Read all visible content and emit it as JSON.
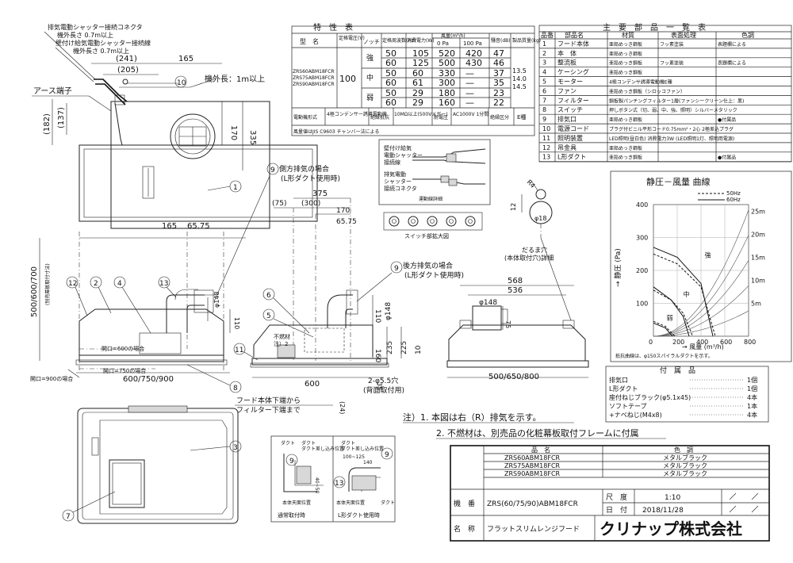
{
  "left": {
    "connector_title": "排気電動シャッター接続コネクタ",
    "connector_len": "機外長さ 0.7m以上",
    "wall_connector": "壁付け給気電動シャッター接続線",
    "wall_len": "機外長さ 0.7m以上",
    "earth": "アース端子",
    "cord_len": "機外長：1m以上",
    "dims_top": [
      "(241)",
      "165",
      "(205)",
      "170",
      "335",
      "(182)",
      "(137)"
    ],
    "dims_front": [
      "165",
      "65.75",
      "500/600/700",
      "600/750/900",
      "(24)",
      "35"
    ],
    "front_vert_label": "(別売幕板取付寸法)",
    "open600": "開口=600の場合",
    "open750": "開口=750の場合",
    "open900": "開口=900の場合",
    "phi148": "φ148",
    "d110": "110"
  },
  "middle": {
    "side_exhaust": "側方排気の場合",
    "side_duct": "(L形ダクト使用時)",
    "rear_exhaust": "後方排気の場合",
    "rear_duct": "(L形ダクト使用時)",
    "dims": [
      "375",
      "(75)",
      "(300)",
      "170",
      "65.75",
      "600",
      "160",
      "110",
      "235",
      "225",
      "10",
      "φ148"
    ],
    "nonflammable": "不燃材",
    "note2": "注）2",
    "hood_edge": "フード本体下端から",
    "filter_edge": "フィルター下端まで",
    "holes": "2-φ5.5穴",
    "holes_sub": "(背面取付用)",
    "switch_caption": "スイッチ部拡大図",
    "wiring_caption": "運動線詳細",
    "wiring_l1": "壁付け給気",
    "wiring_l2": "電動シャッター",
    "wiring_l3": "接続線",
    "wiring_l4": "排気電動",
    "wiring_l5": "シャッター",
    "wiring_l6": "接続コネクタ"
  },
  "right_detail": {
    "daruma": "だるま穴",
    "daruma_sub": "(本体取付穴)詳細",
    "r4": "R4",
    "phi18": "φ18",
    "d12": "12",
    "dims": [
      "568",
      "536",
      "φ148",
      "75",
      "500/650/800"
    ]
  },
  "spec": {
    "title": "特　性　表",
    "head": [
      "型　名",
      "定格電圧(V)",
      "ノッチ",
      "定格周波数(Hz)",
      "消費電力(W)",
      "風量(m³/h)",
      "騒音(dB)",
      "製品質量(kg)"
    ],
    "head_sub": [
      "0 Pa",
      "100 Pa"
    ],
    "models": [
      "ZRS60ABM18FCR",
      "ZRS75ABM18FCR",
      "ZRS90ABM18FCR"
    ],
    "voltage": "100",
    "notches": [
      "強",
      "中",
      "弱"
    ],
    "rows": [
      [
        "50",
        "105",
        "520",
        "420",
        "47"
      ],
      [
        "60",
        "125",
        "500",
        "430",
        "46"
      ],
      [
        "50",
        "60",
        "330",
        "—",
        "37"
      ],
      [
        "60",
        "61",
        "300",
        "—",
        "35"
      ],
      [
        "50",
        "29",
        "180",
        "—",
        "23"
      ],
      [
        "60",
        "29",
        "160",
        "—",
        "22"
      ]
    ],
    "weights": [
      "13.5",
      "14.0",
      "14.5"
    ],
    "foot": [
      "電動機形式",
      "4極コンデンサー誘導電動機",
      "絶縁抵抗",
      "10MΩ以上(500Vメガー)",
      "耐電圧",
      "AC1000V 1分間",
      "絶縁区分",
      "E種"
    ],
    "note": "風量値はJIS C9603 チャンバー法による"
  },
  "parts": {
    "title": "主　要　部　品　一　覧　表",
    "head": [
      "品番",
      "部品名",
      "材質",
      "表面処理",
      "色調"
    ],
    "rows": [
      [
        "1",
        "フード本体",
        "亜鉛めっき鋼板",
        "フッ素塗装",
        "表題欄による"
      ],
      [
        "2",
        "本　体",
        "亜鉛めっき鋼板",
        "",
        ""
      ],
      [
        "3",
        "整流板",
        "亜鉛めっき鋼板",
        "フッ素塗装",
        "表題欄による"
      ],
      [
        "4",
        "ケーシング",
        "亜鉛めっき鋼板",
        "",
        ""
      ],
      [
        "5",
        "モーター",
        "4極コンデンサ誘導電動機E種",
        "",
        ""
      ],
      [
        "6",
        "ファン",
        "亜鉛めっき鋼板（シロッコファン）",
        "",
        ""
      ],
      [
        "7",
        "フィルター",
        "鋼板製パンチングフィルター1層(ファンシークリーン仕上：黒)",
        "",
        ""
      ],
      [
        "8",
        "スイッチ",
        "押しボタン式（切、弱、中、強、照明）シルバーメタリック",
        "",
        ""
      ],
      [
        "9",
        "排気口",
        "亜鉛めっき鋼板",
        "",
        "●付属品"
      ],
      [
        "10",
        "電源コード",
        "プラグ付ビニル平形コード0.75mm²・2心 2極差込プラグ",
        "",
        ""
      ],
      [
        "11",
        "照明装置",
        "LED照明(昼白色) 消費電力3W (LED照明1灯、照明用電源)",
        "",
        ""
      ],
      [
        "12",
        "吊金具",
        "亜鉛めっき鋼板",
        "",
        ""
      ],
      [
        "13",
        "L形ダクト",
        "亜鉛めっき鋼板",
        "",
        "●付属品"
      ]
    ]
  },
  "chart_data": {
    "type": "line",
    "title": "静圧－風量 曲線",
    "xlabel": "→ 風量 (m³/h)",
    "ylabel": "→ 静圧 (Pa)",
    "xlim": [
      0,
      800
    ],
    "ylim": [
      0,
      400
    ],
    "xticks": [
      "0",
      "200",
      "400",
      "600",
      "800"
    ],
    "yticks": [
      "100",
      "200",
      "300",
      "400"
    ],
    "legend": [
      "50Hz",
      "60Hz"
    ],
    "duct_ticks": [
      "25m",
      "20m",
      "15m",
      "10m",
      "5m"
    ],
    "notch_labels": [
      "強",
      "中",
      "弱"
    ],
    "note": "抵抗曲線は、φ150スパイラルダクトを示す。",
    "series": [
      {
        "name": "50Hz",
        "notch": "強",
        "x": [
          0,
          200,
          400,
          520
        ],
        "y": [
          250,
          220,
          150,
          0
        ]
      },
      {
        "name": "50Hz",
        "notch": "中",
        "x": [
          0,
          150,
          250,
          330
        ],
        "y": [
          140,
          110,
          70,
          0
        ]
      },
      {
        "name": "50Hz",
        "notch": "弱",
        "x": [
          0,
          100,
          180
        ],
        "y": [
          45,
          30,
          0
        ]
      },
      {
        "name": "60Hz",
        "notch": "強",
        "x": [
          0,
          200,
          400,
          500
        ],
        "y": [
          270,
          240,
          160,
          0
        ]
      },
      {
        "name": "60Hz",
        "notch": "中",
        "x": [
          0,
          150,
          250,
          300
        ],
        "y": [
          150,
          110,
          60,
          0
        ]
      },
      {
        "name": "60Hz",
        "notch": "弱",
        "x": [
          0,
          100,
          160
        ],
        "y": [
          40,
          25,
          0
        ]
      }
    ]
  },
  "accessories": {
    "title": "付　属　品",
    "rows": [
      [
        "排気口",
        "1個"
      ],
      [
        "L形ダクト",
        "1個"
      ],
      [
        "座付ねじブラック(φ5.1x45)",
        "4本"
      ],
      [
        "ソフトテープ",
        "1本"
      ],
      [
        "+ナベねじ(M4x8)",
        "4本"
      ]
    ]
  },
  "notes": {
    "n1": "注）1. 本図は右（R）排気を示す。",
    "n2": "2. 不燃材は、別売品の化粧幕板取付フレームに付属"
  },
  "bottom_small": {
    "left": "通常取付時",
    "right": "L形ダクト使用時",
    "duct": "ダクト",
    "duct_inner": "ダクト差し込み位置",
    "base1": "本体天面位置",
    "dims": [
      "40~50",
      "100~125",
      "140"
    ]
  },
  "title_block": {
    "head_name": "品　名",
    "head_color": "色　調",
    "rows": [
      [
        "ZRS60ABM18FCR",
        "メタルブラック"
      ],
      [
        "ZRS75ABM18FCR",
        "メタルブラック"
      ],
      [
        "ZRS90ABM18FCR",
        "メタルブラック"
      ]
    ],
    "kiban_label": "機　番",
    "kiban": "ZRS(60/75/90)ABM18FCR",
    "scale_label": "尺　度",
    "scale": "1:10",
    "date_label": "日　付",
    "date": "2018/11/28",
    "name_label": "名　称",
    "name": "フラットスリムレンジフード",
    "company": "クリナップ株式会社"
  },
  "callouts": [
    "1",
    "2",
    "3",
    "4",
    "5",
    "6",
    "7",
    "8",
    "9",
    "10",
    "11",
    "12",
    "13"
  ]
}
